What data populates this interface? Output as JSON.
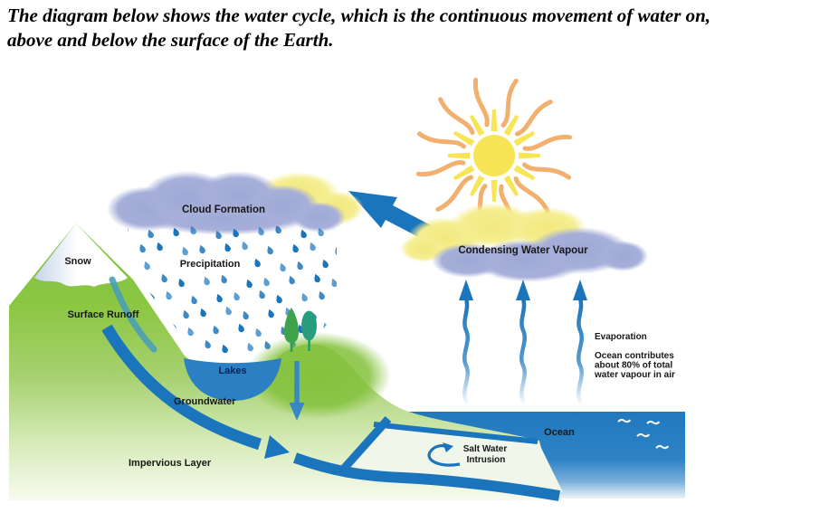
{
  "title": {
    "line1": "The diagram below shows the water cycle, which is the continuous movement of water on,",
    "line2": "above and below the surface of the Earth."
  },
  "diagram": {
    "labels": {
      "cloud_formation": "Cloud Formation",
      "precipitation": "Precipitation",
      "snow": "Snow",
      "surface_runoff": "Surface Runoff",
      "lakes": "Lakes",
      "groundwater": "Groundwater",
      "impervious_layer": "Impervious Layer",
      "condensing_water_vapour": "Condensing Water Vapour",
      "evaporation": "Evaporation",
      "evaporation_note_line1": "Ocean contributes",
      "evaporation_note_line2": "about 80% of total",
      "evaporation_note_line3": "water vapour in air",
      "ocean": "Ocean",
      "salt_water_intrusion_line1": "Salt Water",
      "salt_water_intrusion_line2": "Intrusion"
    },
    "colors": {
      "water_blue": "#1b75bc",
      "land_green": "#8dc63f",
      "sun_yellow": "#f8e555",
      "ray_orange": "#f0a75e",
      "cloud_lavender": "#a6afd9",
      "cloud_yellow": "#f5ee90",
      "lake_blue": "#2b80c4"
    },
    "icons": {
      "sun": "sun-icon",
      "clouds": "cloud-icon",
      "rain": "rain-drop-icon",
      "trees": "tree-icon",
      "flow_arrows": "arrow-icon",
      "waves": "wave-icon"
    }
  }
}
